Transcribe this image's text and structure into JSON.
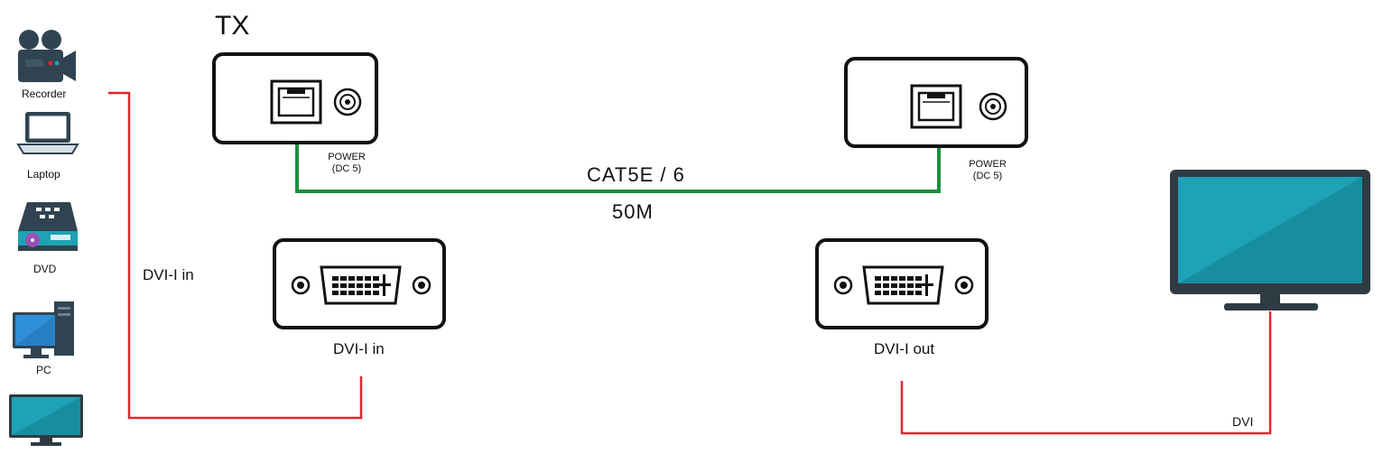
{
  "title": "TX",
  "sources": [
    {
      "label": "Recorder",
      "icon": "video-camera-icon"
    },
    {
      "label": "Laptop",
      "icon": "laptop-icon"
    },
    {
      "label": "DVD",
      "icon": "dvd-player-icon"
    },
    {
      "label": "PC",
      "icon": "desktop-pc-icon"
    },
    {
      "label": "",
      "icon": "monitor-icon"
    }
  ],
  "cable": {
    "type": "CAT5E / 6",
    "length": "50M"
  },
  "tx_unit": {
    "power_label_line1": "POWER",
    "power_label_line2": "(DC 5)",
    "dvi_label": "DVI-I in"
  },
  "rx_unit": {
    "power_label_line1": "POWER",
    "power_label_line2": "(DC 5)",
    "dvi_label": "DVI-I out"
  },
  "input_line_label": "DVI-I in",
  "output_line_label": "DVI",
  "colors": {
    "signal_line": "#e0262c",
    "cat_line": "#1a8f3c",
    "device_outline": "#111111",
    "screen": "#1ea2b5",
    "icon_dark": "#2f4450",
    "icon_blue": "#2f8fd8"
  }
}
